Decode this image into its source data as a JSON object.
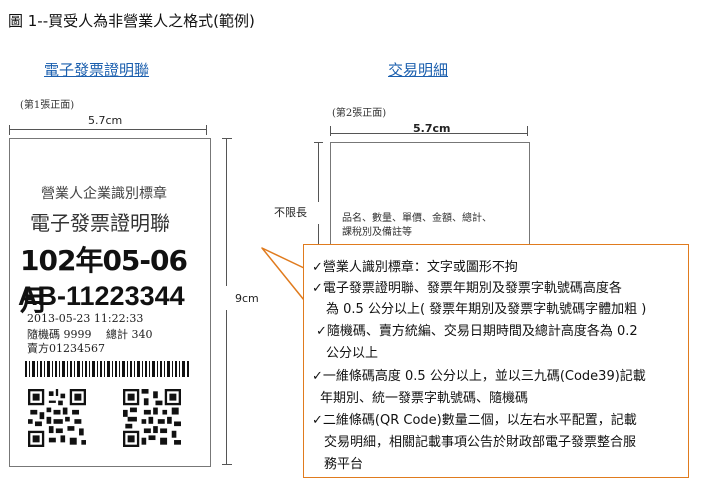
{
  "figure_title": "圖 1--買受人為非營業人之格式(範例)",
  "left": {
    "heading": "電子發票證明聯",
    "page_label": "(第1張正面)",
    "width_label": "5.7cm",
    "height_label": "9cm",
    "card": {
      "logo_line": "營業人企業識別標章",
      "title": "電子發票證明聯",
      "period": "102年05-06月",
      "invoice_no": "AB-11223344",
      "datetime": "2013-05-23  11:22:33",
      "random_code": "隨機碼  9999",
      "total": "總計  340",
      "seller": "賣方01234567"
    }
  },
  "right": {
    "heading": "交易明細",
    "page_label": "(第2張正面)",
    "width_label": "5.7cm",
    "unlimited_label": "不限長",
    "content_line1": "品名、數量、單價、金額、總計、",
    "content_line2": "課稅別及備註等"
  },
  "callout": {
    "lines": [
      "✓營業人識別標章：文字或圖形不拘",
      "✓電子發票證明聯、發票年期別及發票字軌號碼高度各",
      "為 0.5 公分以上( 發票年期別及發票字軌號碼字體加粗 )",
      "✓隨機碼、賣方統編、交易日期時間及總計高度各為 0.2",
      "公分以上",
      "✓一維條碼高度 0.5 公分以上，並以三九碼(Code39)記載",
      "年期別、統一發票字軌號碼、隨機碼",
      "✓二維條碼(QR Code)數量二個，以左右水平配置，記載",
      "交易明細，相關記載事項公告於財政部電子發票整合服",
      "務平台"
    ]
  },
  "colors": {
    "link": "#1b5fae",
    "callout_border": "#e07b1e"
  }
}
